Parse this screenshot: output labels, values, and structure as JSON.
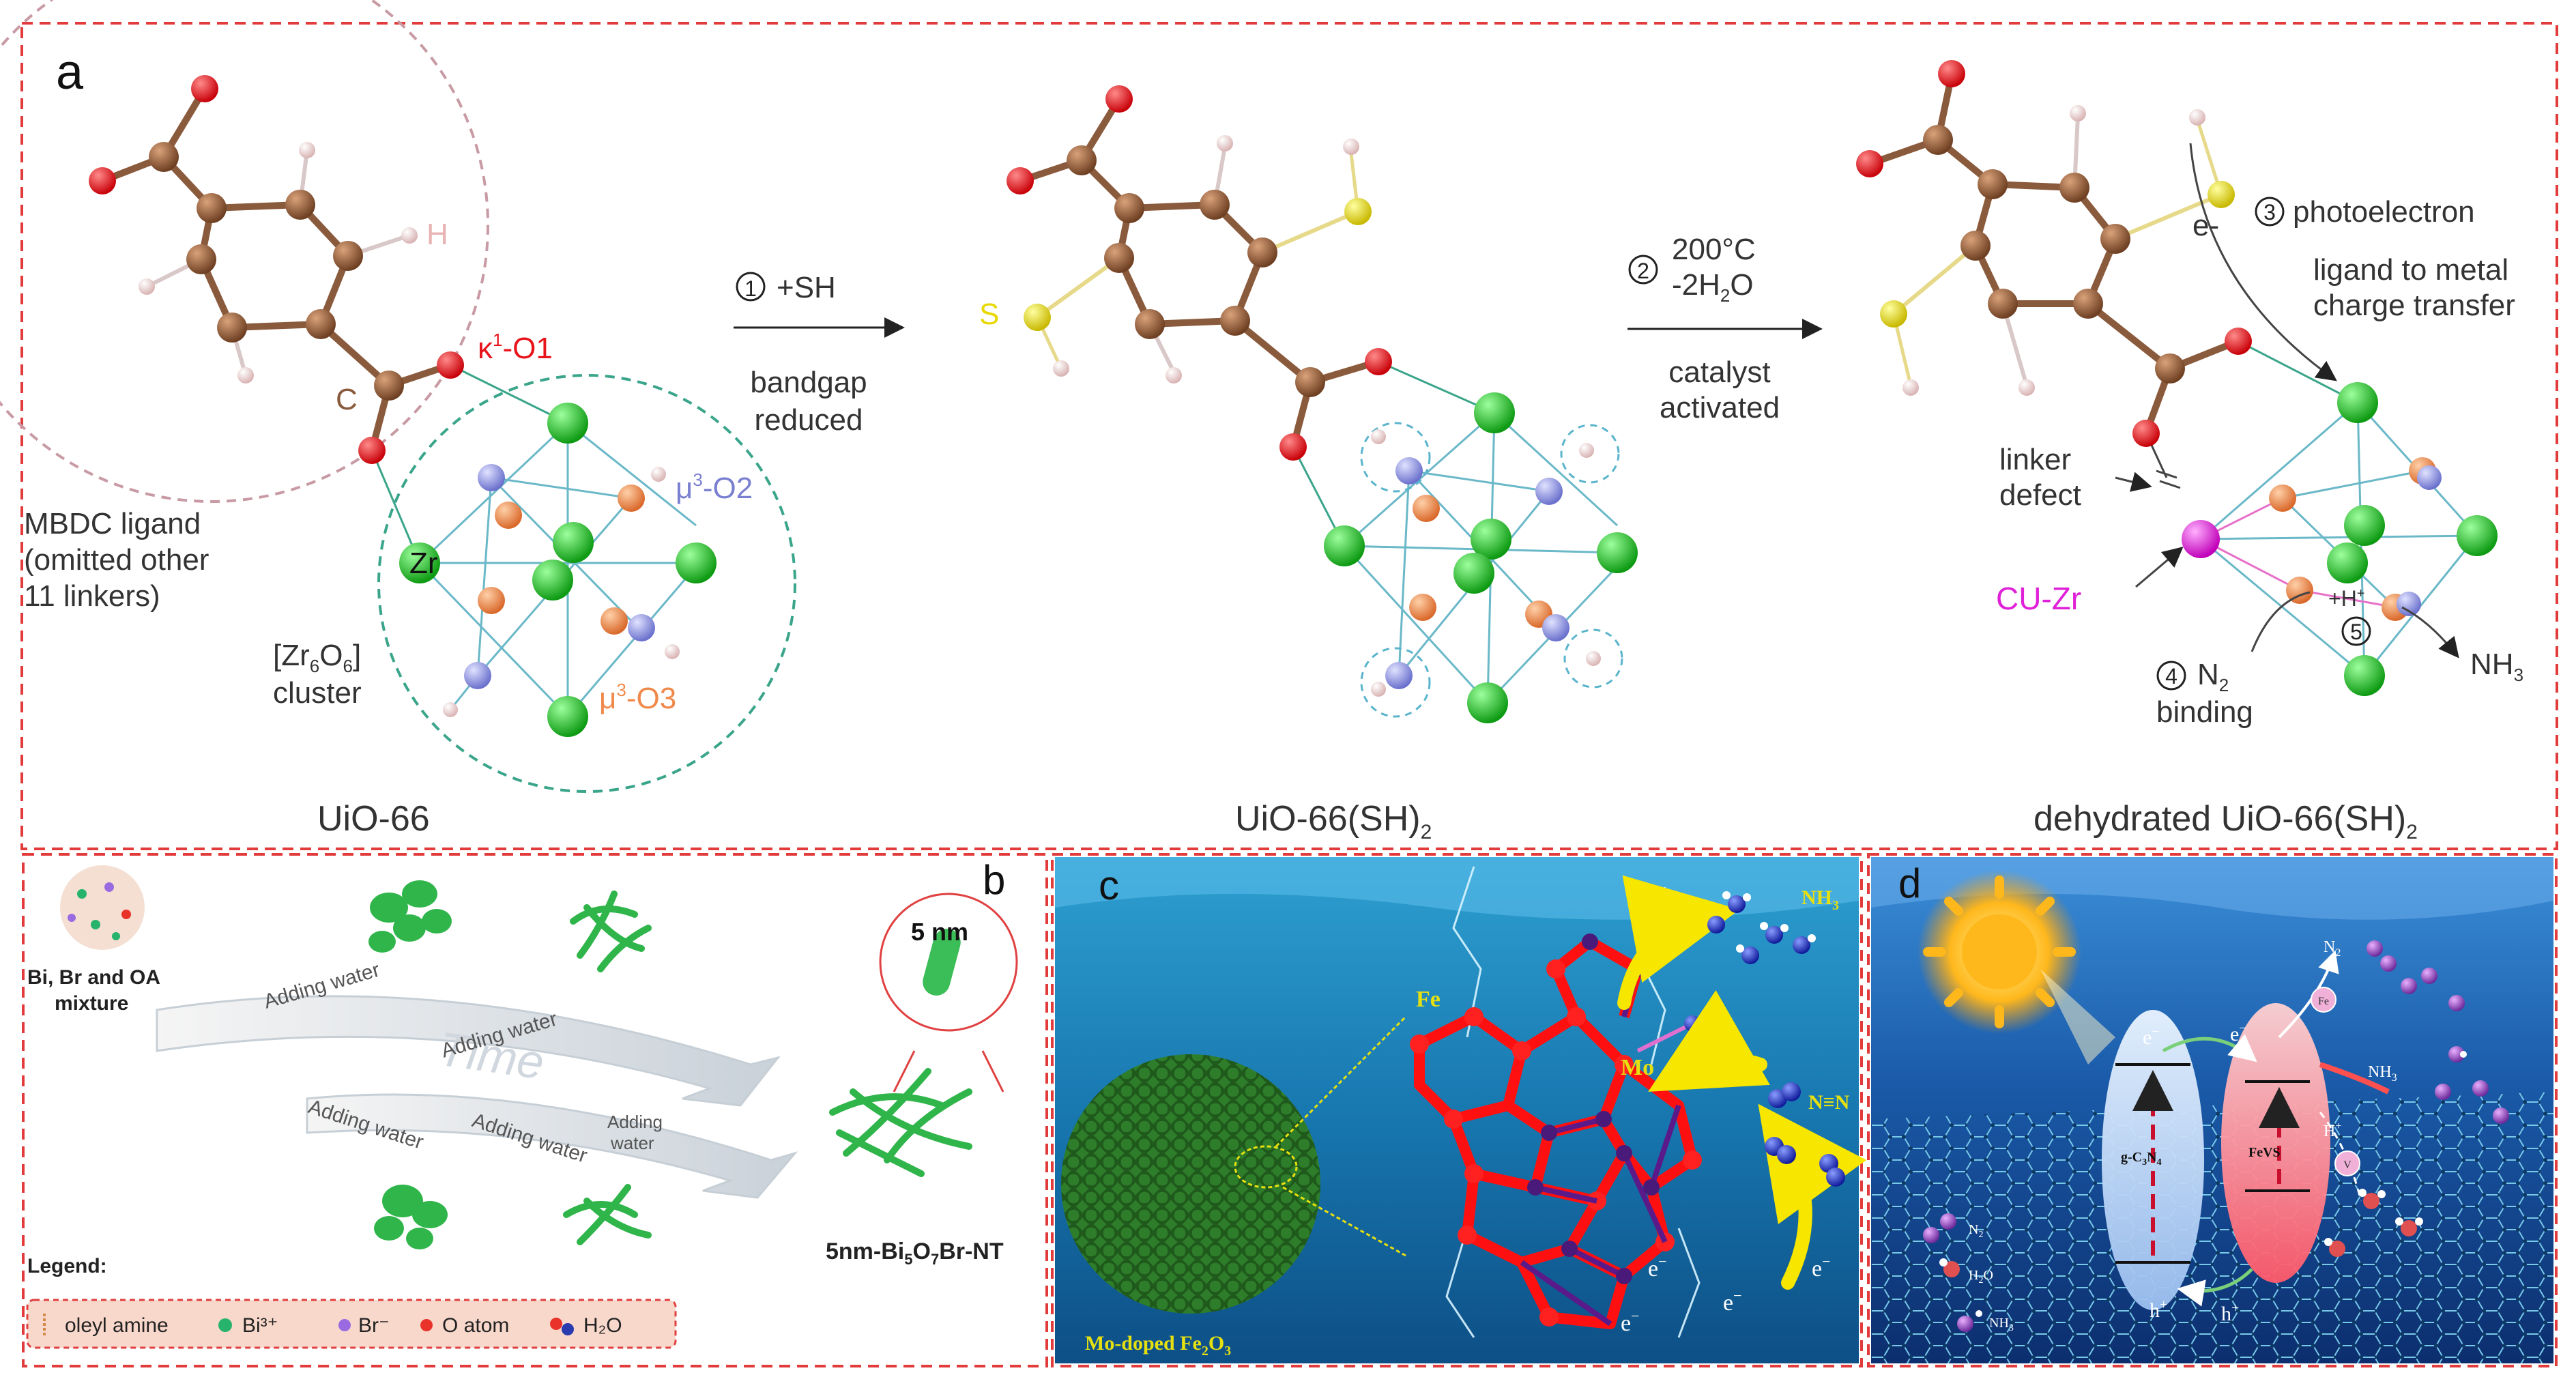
{
  "colors": {
    "frame": "#e23b3b",
    "carbon": "#8a5a3c",
    "oxygen": "#e8141c",
    "hydrogen": "#f2d0d0",
    "sulfur": "#f0e020",
    "zr": "#18c21e",
    "mu_o": "#f0894a",
    "mu_o2": "#8a8fe0",
    "cu_zr": "#e020d8",
    "water": "#1e7fb3",
    "sun": "#f8b820"
  },
  "panel_a": {
    "letter": "a",
    "struct1": {
      "h_label": "H",
      "k1": "κ",
      "k1_sup": "1",
      "k1_tail": "-O1",
      "c_label": "C",
      "mu2": "μ",
      "mu2_sup": "3",
      "mu2_tail": "-O2",
      "zr": "Zr",
      "mbdc1": "MBDC ligand",
      "mbdc2": "(omitted other",
      "mbdc3": "11 linkers)",
      "cluster1_a": "[Zr",
      "cluster1_b": "6",
      "cluster1_c": "O",
      "cluster1_d": "6",
      "cluster1_e": "]",
      "cluster2": "cluster",
      "mu3": "μ",
      "mu3_sup": "3",
      "mu3_tail": "-O3",
      "name": "UiO-66"
    },
    "step1": {
      "num": "1",
      "text": "+SH",
      "line1": "bandgap",
      "line2": "reduced"
    },
    "struct2": {
      "s_label": "S",
      "name": "UiO-66(SH)",
      "name_sub": "2"
    },
    "step2": {
      "num": "2",
      "text1": "200°C",
      "text2": "-2H",
      "text2_sub": "2",
      "text2_tail": "O",
      "line1": "catalyst",
      "line2": "activated"
    },
    "struct3": {
      "e_minus": "e-",
      "n3": "3",
      "photo": "photoelectron",
      "lmct1": "ligand to metal",
      "lmct2": "charge transfer",
      "linker1": "linker",
      "linker2": "defect",
      "cu": "CU-Zr",
      "h_plus": "+H",
      "h_plus_sup": "+",
      "n5": "5",
      "n4": "4",
      "n2": "N",
      "n2_sub": "2",
      "binding": "binding",
      "nh3": "NH",
      "nh3_sub": "3",
      "name": "dehydrated UiO-66(SH)",
      "name_sub": "2"
    }
  },
  "panel_b": {
    "letter": "b",
    "mix1": "Bi, Br and OA",
    "mix2": "mixture",
    "add": "Adding water",
    "add_water1": "Adding",
    "add_water2": "water",
    "time": "Time",
    "size": "5 nm",
    "nt": "5nm-Bi",
    "nt_sub1": "5",
    "nt_mid1": "O",
    "nt_sub2": "7",
    "nt_tail": "Br-NT",
    "legend_title": "Legend:",
    "legend": [
      "oleyl amine",
      "Bi³⁺",
      "Br⁻",
      "O atom",
      "H₂O"
    ]
  },
  "panel_c": {
    "letter": "c",
    "nh3": "NH",
    "nh3_sub": "3",
    "n2": "N≡N",
    "fe": "Fe",
    "mo": "Mo",
    "e": "e",
    "e_sup": "−",
    "label1": "Mo-doped Fe",
    "label_sub1": "2",
    "label2": "O",
    "label_sub2": "3"
  },
  "panel_d": {
    "letter": "d",
    "e": "e",
    "e_sup": "−",
    "h": "h",
    "h_sup": "+",
    "gcn": "g-C",
    "gcn_sub1": "3",
    "gcn_mid": "N",
    "gcn_sub2": "4",
    "fevs": "FeVS",
    "n2": "N",
    "n2_sub": "2",
    "fe": "Fe",
    "v": "V",
    "nh3": "NH",
    "nh3_sub": "3",
    "hplus": "H",
    "hplus_sup": "+",
    "h2o": "H",
    "h2o_sub": "2",
    "h2o_tail": "O"
  }
}
